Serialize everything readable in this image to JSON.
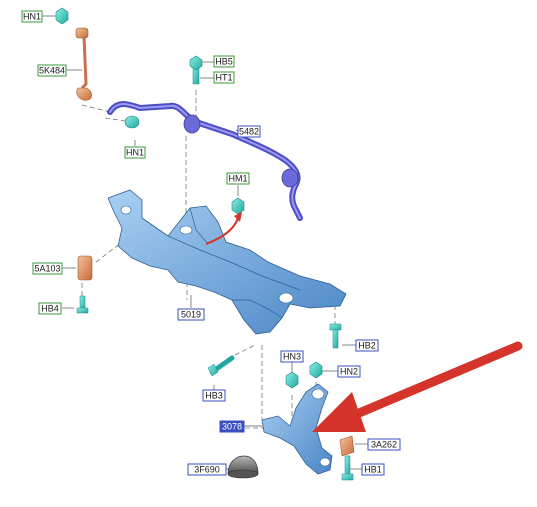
{
  "diagram": {
    "parts": {
      "hn1_top": "HN1",
      "link": "5K484",
      "hb5": "HB5",
      "ht1": "HT1",
      "hn1_mid": "HN1",
      "stabilizer": "5482",
      "hm1": "HM1",
      "bushing": "5A103",
      "hb4": "HB4",
      "subframe": "5019",
      "hb2": "HB2",
      "hn3": "HN3",
      "hn2": "HN2",
      "hb3": "HB3",
      "arm": "3078",
      "ball_joint": "3A262",
      "hb1": "HB1",
      "bumper": "3F690"
    },
    "colors": {
      "label_green_border": "#3a9a3a",
      "label_blue_border": "#3a4fc0",
      "label_text": "#1a1a1a",
      "part_blue": "#7fb2e0",
      "part_blue_dark": "#3d78b8",
      "stabilizer_purple": "#6a6ad8",
      "fastener_cyan": "#3fc9c0",
      "link_orange": "#e0906a",
      "arrow_red": "#d4342a",
      "leader_gray": "#666666"
    }
  }
}
